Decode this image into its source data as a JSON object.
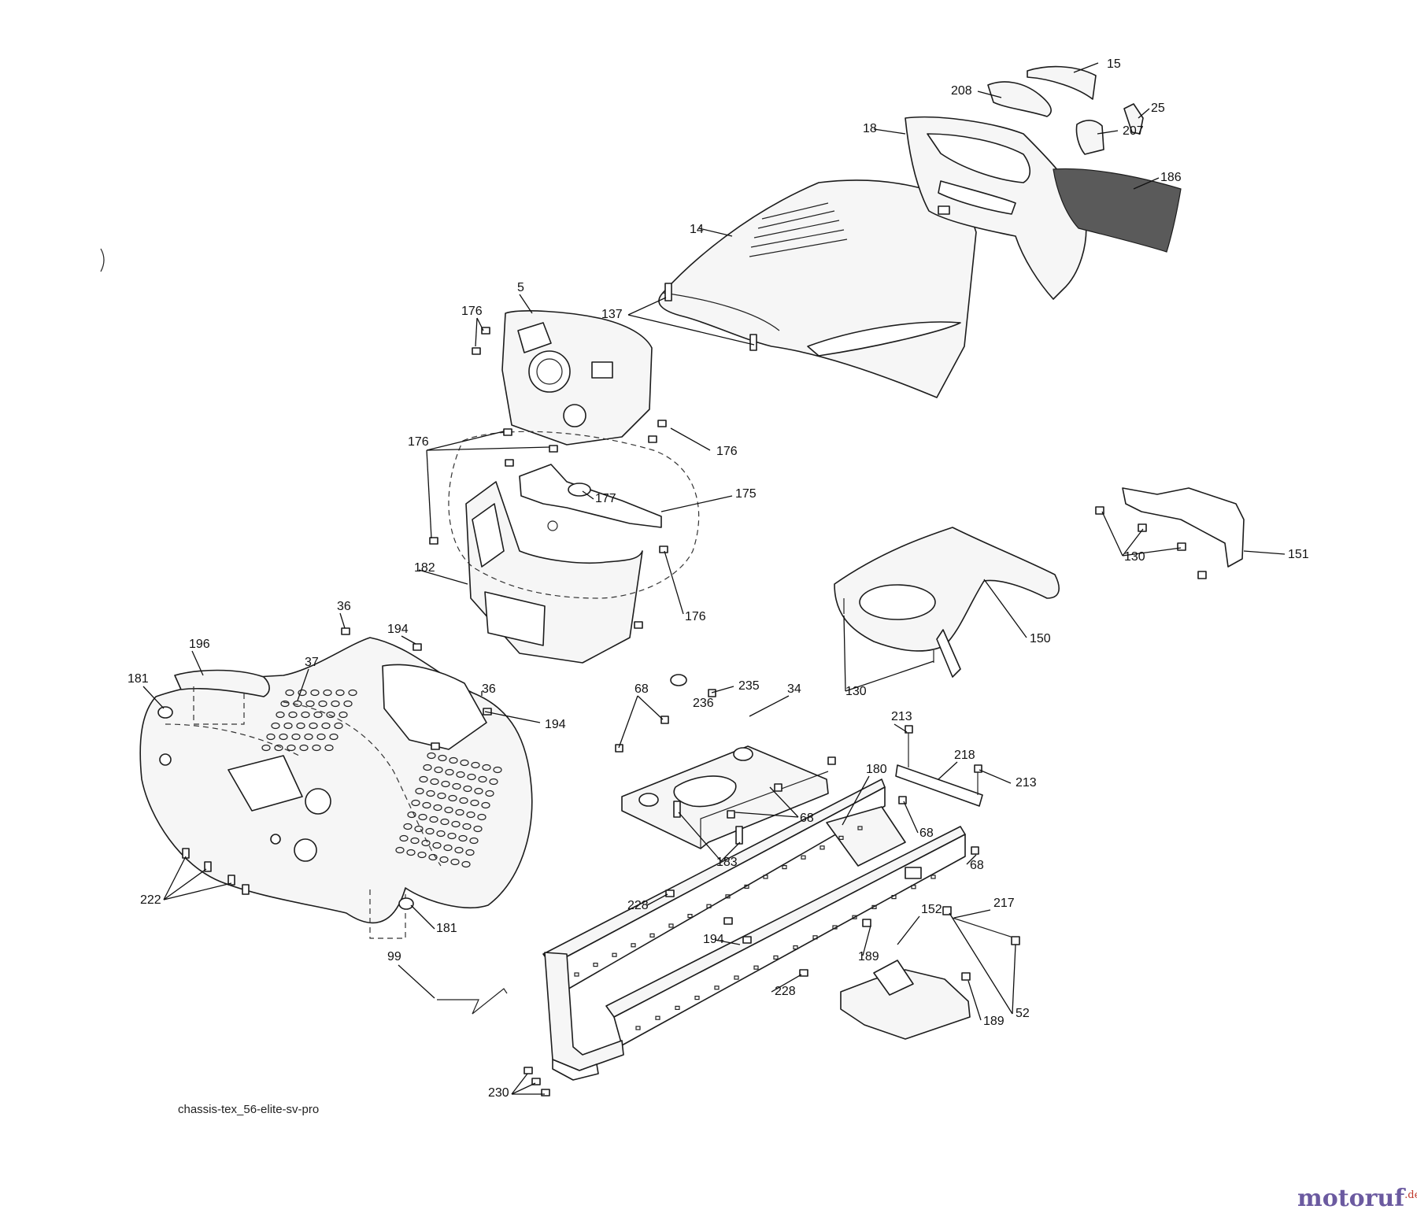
{
  "drawing_name": "chassis-tex_56-elite-sv-pro",
  "watermark": {
    "main": "motoruf",
    "suffix": ".de"
  },
  "callouts": [
    "15",
    "208",
    "25",
    "207",
    "18",
    "186",
    "14",
    "5",
    "137",
    "176",
    "176",
    "176",
    "177",
    "175",
    "176",
    "182",
    "36",
    "194",
    "196",
    "37",
    "181",
    "36",
    "194",
    "222",
    "181",
    "99",
    "68",
    "235",
    "236",
    "34",
    "213",
    "218",
    "213",
    "180",
    "68",
    "68",
    "68",
    "183",
    "150",
    "130",
    "130",
    "151",
    "228",
    "194",
    "228",
    "152",
    "217",
    "189",
    "189",
    "52",
    "230"
  ]
}
